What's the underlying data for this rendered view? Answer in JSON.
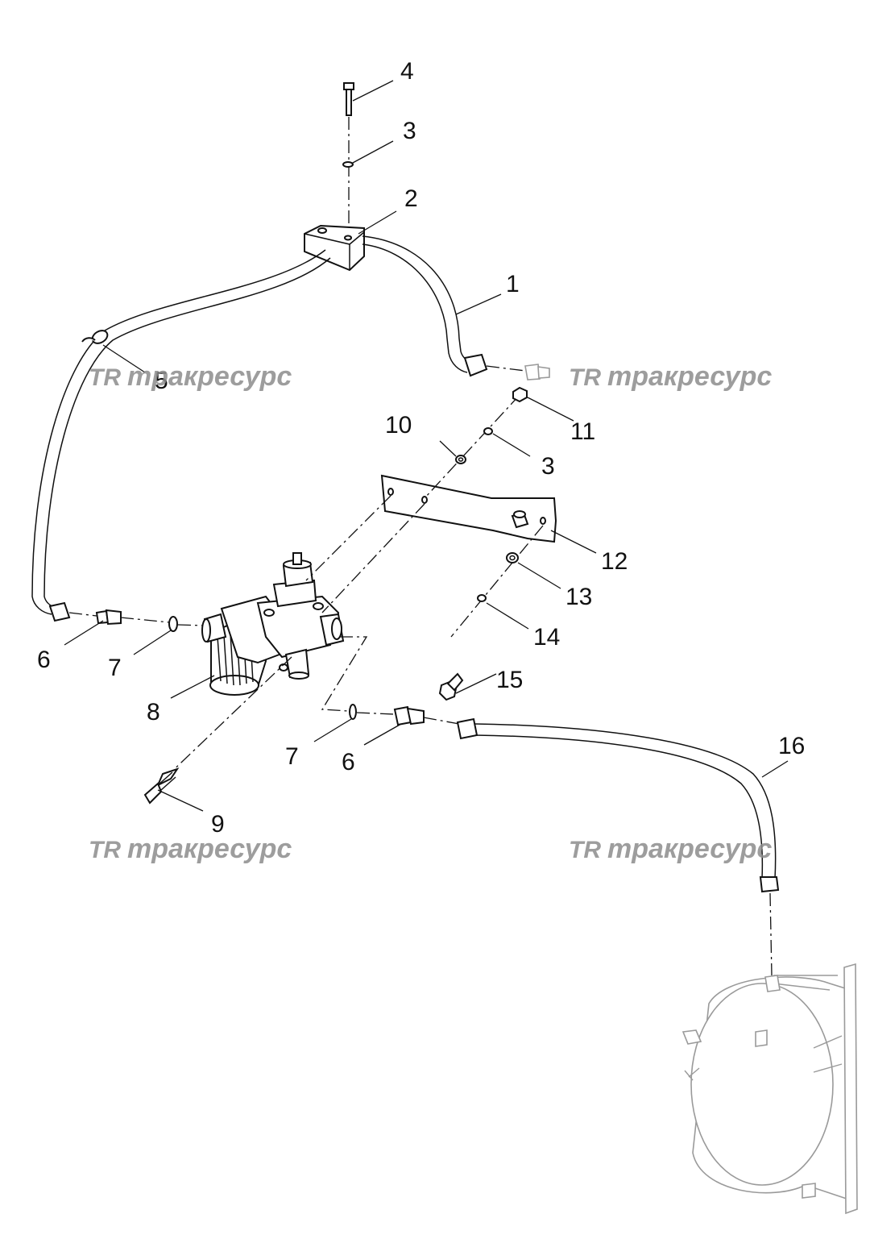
{
  "diagram": {
    "callouts": [
      {
        "id": "c4",
        "label": "4"
      },
      {
        "id": "c3a",
        "label": "3"
      },
      {
        "id": "c2",
        "label": "2"
      },
      {
        "id": "c1",
        "label": "1"
      },
      {
        "id": "c5",
        "label": "5"
      },
      {
        "id": "c10",
        "label": "10"
      },
      {
        "id": "c11",
        "label": "11"
      },
      {
        "id": "c3b",
        "label": "3"
      },
      {
        "id": "c12",
        "label": "12"
      },
      {
        "id": "c13",
        "label": "13"
      },
      {
        "id": "c14",
        "label": "14"
      },
      {
        "id": "c15",
        "label": "15"
      },
      {
        "id": "c6a",
        "label": "6"
      },
      {
        "id": "c7a",
        "label": "7"
      },
      {
        "id": "c8",
        "label": "8"
      },
      {
        "id": "c7b",
        "label": "7"
      },
      {
        "id": "c6b",
        "label": "6"
      },
      {
        "id": "c9",
        "label": "9"
      },
      {
        "id": "c16",
        "label": "16"
      }
    ],
    "watermark": {
      "logo": "TR",
      "text": "тракресурс",
      "color": "#8c8c8c"
    },
    "line_color": "#111111",
    "ghost_color": "#9a9a9a"
  }
}
